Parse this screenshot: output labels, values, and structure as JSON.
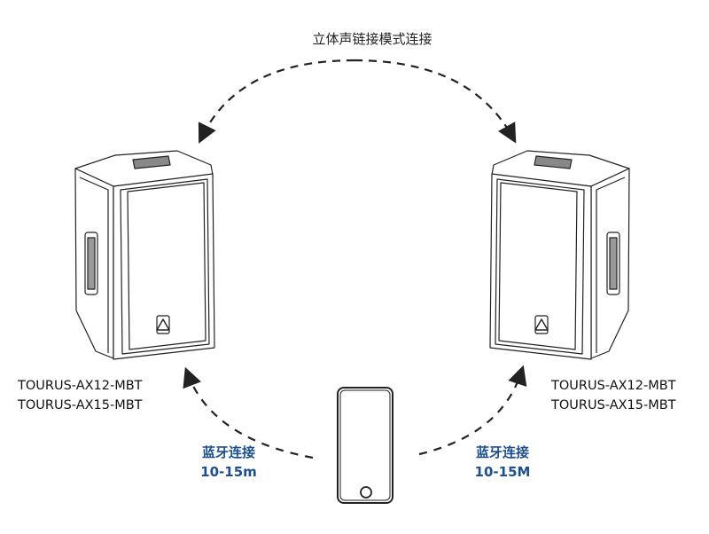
{
  "title": "立体声链接模式连接",
  "left_speaker": {
    "models": [
      "TOURUS-AX12-MBT",
      "TOURUS-AX15-MBT"
    ]
  },
  "right_speaker": {
    "models": [
      "TOURUS-AX12-MBT",
      "TOURUS-AX15-MBT"
    ]
  },
  "left_bluetooth": {
    "label": "蓝牙连接",
    "range": "10-15m"
  },
  "right_bluetooth": {
    "label": "蓝牙连接",
    "range": "10-15M"
  },
  "colors": {
    "line": "#222222",
    "accent": "#1d4f8f"
  }
}
